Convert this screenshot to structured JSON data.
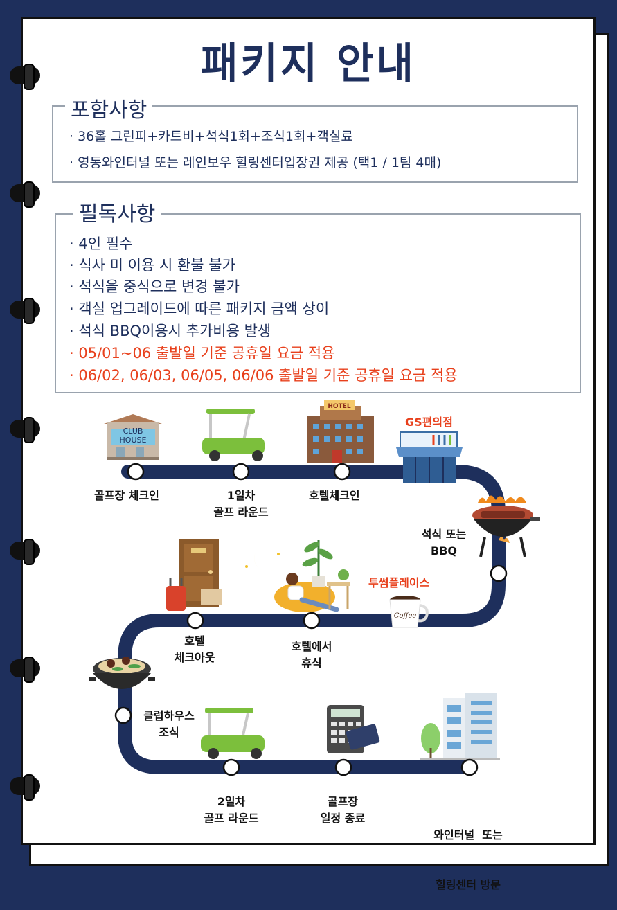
{
  "title": "패키지 안내",
  "included": {
    "heading": "포함사항",
    "items": [
      "· 36홀 그린피+카트비+석식1회+조식1회+객실료",
      "· 영동와인터널 또는 레인보우 힐링센터입장권 제공 (택1 / 1팀 4매)"
    ]
  },
  "notice": {
    "heading": "필독사항",
    "items": [
      "· 4인 필수",
      "· 식사 미 이용 시 환불 불가",
      "· 석식을 중식으로 변경 불가",
      "· 객실 업그레이드에 따른 패키지 금액 상이",
      "· 석식 BBQ이용시 추가비용 발생"
    ],
    "highlight_items": [
      "· 05/01~06 출발일 기준 공휴일 요금 적용",
      "· 06/02, 06/03, 06/05, 06/06 출발일 기준 공휴일 요금 적용"
    ]
  },
  "signs": {
    "clubhouse_line1": "CLUB",
    "clubhouse_line2": "HOUSE",
    "hotel": "HOTEL",
    "coffee": "Coffee"
  },
  "places": {
    "gs": "GS편의점",
    "twosome": "투썸플레이스"
  },
  "stops": {
    "s1": "골프장 체크인",
    "s2_l1": "1일차",
    "s2_l2": "골프 라운드",
    "s3": "호텔체크인",
    "s4_l1": "석식 또는",
    "s4_l2": "BBQ",
    "s5_l1": "호텔에서",
    "s5_l2": "휴식",
    "s6_l1": "호텔",
    "s6_l2": "체크아웃",
    "s7_l1": "클럽하우스",
    "s7_l2": "조식",
    "s8_l1": "2일차",
    "s8_l2": "골프 라운드",
    "s9_l1": "골프장",
    "s9_l2": "일정 종료",
    "s10_l1": "와인터널  또는",
    "s10_l2": "힐링센터 방문"
  },
  "colors": {
    "navy": "#1e2f5c",
    "highlight": "#e8401c",
    "cart_green": "#7cbf3c"
  }
}
